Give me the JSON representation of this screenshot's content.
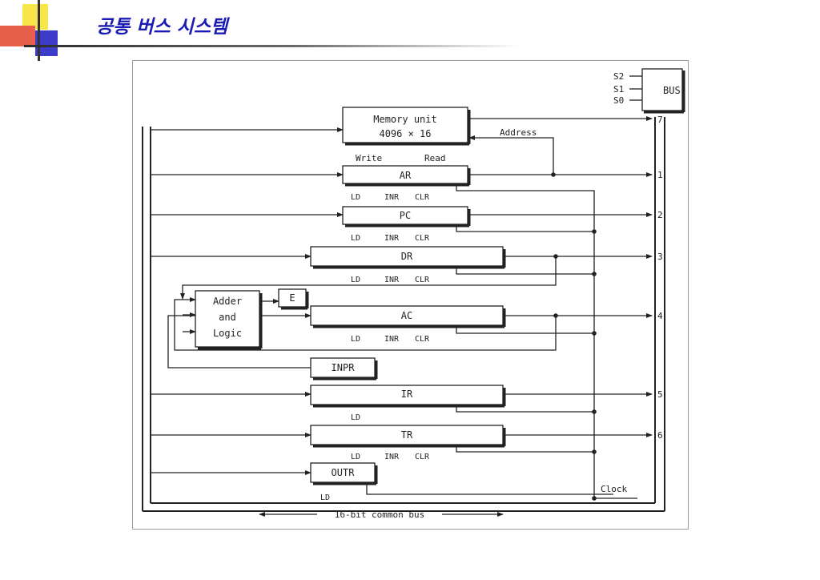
{
  "slide": {
    "title": "공통 버스 시스템"
  },
  "diagram": {
    "bus_label": "BUS",
    "select_lines": [
      "S2",
      "S1",
      "S0"
    ],
    "memory": {
      "name": "Memory unit",
      "size": "4096 × 16",
      "write": "Write",
      "read": "Read",
      "address": "Address"
    },
    "registers": [
      {
        "name": "AR",
        "controls": [
          "LD",
          "INR",
          "CLR"
        ],
        "bus_input": "1"
      },
      {
        "name": "PC",
        "controls": [
          "LD",
          "INR",
          "CLR"
        ],
        "bus_input": "2"
      },
      {
        "name": "DR",
        "controls": [
          "LD",
          "INR",
          "CLR"
        ],
        "bus_input": "3"
      },
      {
        "name": "AC",
        "controls": [
          "LD",
          "INR",
          "CLR"
        ],
        "bus_input": "4"
      },
      {
        "name": "IR",
        "controls": [
          "LD"
        ],
        "bus_input": "5"
      },
      {
        "name": "TR",
        "controls": [
          "LD",
          "INR",
          "CLR"
        ],
        "bus_input": "6"
      }
    ],
    "memory_bus_input": "7",
    "alu": {
      "line1": "Adder",
      "line2": "and",
      "line3": "Logic"
    },
    "e_flag": "E",
    "inpr": "INPR",
    "outr": {
      "name": "OUTR",
      "control": "LD"
    },
    "clock": "Clock",
    "bus_caption": "16-bit common bus"
  }
}
